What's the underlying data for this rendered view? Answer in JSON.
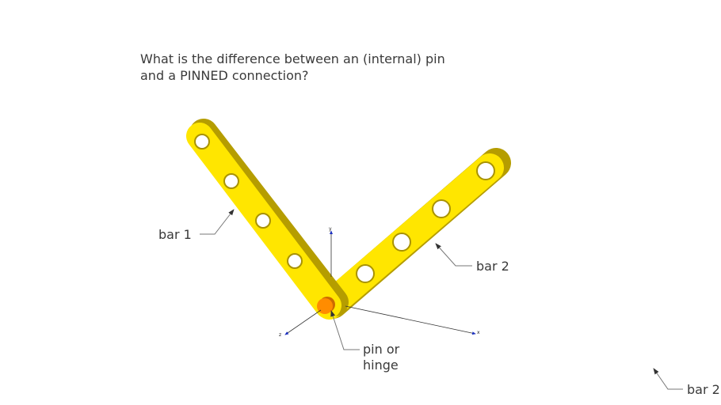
{
  "title": {
    "line1": "What is the difference between an (internal) pin",
    "line2": "and a PINNED connection?"
  },
  "labels": {
    "bar1": "bar 1",
    "bar2": "bar 2",
    "pin_line1": "pin or",
    "pin_line2": "hinge",
    "bar2_corner": "bar 2"
  },
  "axes": {
    "x": "x",
    "y": "y",
    "z": "z"
  },
  "colors": {
    "bar": "#ffe600",
    "bar_edge": "#c9b000",
    "pin": "#ff8c00",
    "axis": "#1a2fbf"
  }
}
